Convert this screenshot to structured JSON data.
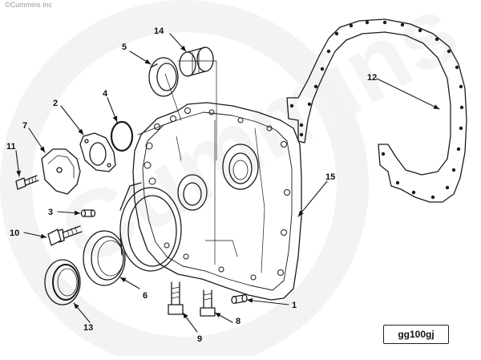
{
  "copyright": "©Cummins Inc",
  "drawing_code": "gg100gj",
  "watermark_text": "Cummins",
  "callouts": [
    {
      "label": "1"
    },
    {
      "label": "2"
    },
    {
      "label": "3"
    },
    {
      "label": "4"
    },
    {
      "label": "5"
    },
    {
      "label": "6"
    },
    {
      "label": "7"
    },
    {
      "label": "8"
    },
    {
      "label": "9"
    },
    {
      "label": "10"
    },
    {
      "label": "11"
    },
    {
      "label": "12"
    },
    {
      "label": "13"
    },
    {
      "label": "14"
    },
    {
      "label": "15"
    }
  ],
  "colors": {
    "line": "#1a1a1a",
    "watermark": "#f0f0f0"
  }
}
